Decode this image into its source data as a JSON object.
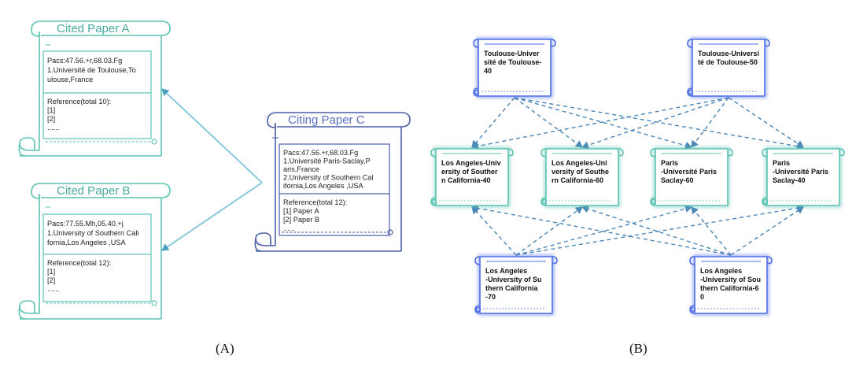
{
  "panel_a": {
    "caption": "(A)",
    "cited_a": {
      "title": "Cited Paper A",
      "lines": [
        "Pacs:47.56.+r,68.03.Fg",
        "1.Université de Toulouse,To",
        "ulouse,France"
      ],
      "ref_lines": [
        "Reference(total 10):",
        "[1]",
        "[2]",
        "......"
      ]
    },
    "cited_b": {
      "title": "Cited Paper B",
      "lines": [
        "Pacs:77.55.Mh,05.40.+j",
        "1.University of Southern Cali",
        "fornia,Los Angeles ,USA"
      ],
      "ref_lines": [
        "Reference(total 12):",
        "[1]",
        "[2]",
        "......"
      ]
    },
    "citing_c": {
      "title": "Citing Paper C",
      "lines": [
        "Pacs:47.56.+r,68.03.Fg",
        "1.Université Paris-Saclay,P",
        "aris,France",
        "2.University of Southern Cal",
        "ifornia,Los Angeles ,USA"
      ],
      "ref_lines": [
        "Reference(total 12):",
        "[1] Paper A",
        "[2] Paper B",
        "......"
      ]
    }
  },
  "panel_b": {
    "caption": "(B)",
    "top_nodes": [
      {
        "lines": [
          "Toulouse-Univer",
          "sité de Toulouse-",
          "40"
        ]
      },
      {
        "lines": [
          "Toulouse-Universi",
          "té de Toulouse-50"
        ]
      }
    ],
    "mid_nodes": [
      {
        "lines": [
          "Los Angeles-Univ",
          "ersity of Souther",
          "n California-40"
        ]
      },
      {
        "lines": [
          "Los Angeles-Uni",
          "versity of Southe",
          "rn California-60"
        ]
      },
      {
        "lines": [
          "Paris",
          "-Université Paris",
          "Saclay-60"
        ]
      },
      {
        "lines": [
          "Paris",
          "-Université Paris",
          "Saclay-40"
        ]
      }
    ],
    "bottom_nodes": [
      {
        "lines": [
          "Los Angeles",
          "-University of Su",
          "thern California",
          "-70"
        ]
      },
      {
        "lines": [
          "Los Angeles",
          "-University of Sou",
          "thern California-6",
          "0"
        ]
      }
    ]
  },
  "colors": {
    "teal": "#5cc3b3",
    "navy": "#4a5ea8",
    "blue": "#4f6fe6",
    "arrow_teal": "#4a9fc0",
    "arrow_dash": "#4a86b8"
  }
}
